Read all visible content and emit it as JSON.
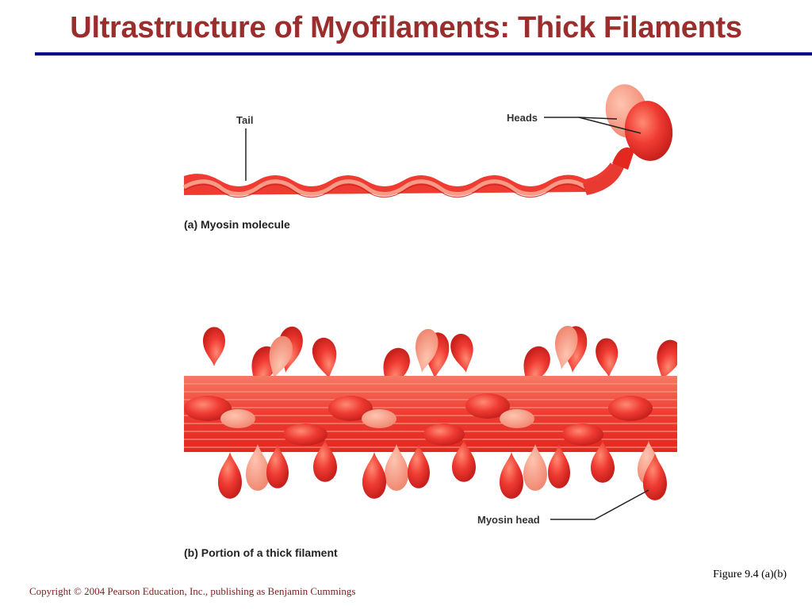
{
  "slide": {
    "title": "Ultrastructure of Myofilaments: Thick Filaments",
    "figure_ref": "Figure 9.4 (a)(b)",
    "copyright": "Copyright © 2004 Pearson Education, Inc., publishing as Benjamin Cummings"
  },
  "panel_a": {
    "caption": "(a) Myosin molecule",
    "label_tail": "Tail",
    "label_heads": "Heads"
  },
  "panel_b": {
    "caption": "(b) Portion of a thick filament",
    "label_head": "Myosin head"
  },
  "colors": {
    "title": "#9b2d2d",
    "rule": "#00008b",
    "copyright": "#7a2222",
    "myosin_red": "#ef3b32",
    "myosin_light": "#f6a08a",
    "myosin_dark": "#c8201c"
  },
  "icons": [
    "myosin-molecule",
    "thick-filament"
  ]
}
